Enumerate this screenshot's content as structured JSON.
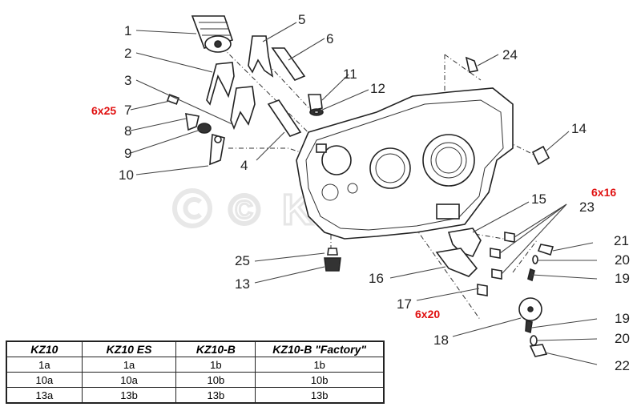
{
  "watermark": "© KSG",
  "callouts": [
    "1",
    "2",
    "3",
    "4",
    "5",
    "6",
    "7",
    "8",
    "9",
    "10",
    "11",
    "12",
    "13",
    "14",
    "15",
    "16",
    "17",
    "18",
    "19",
    "20",
    "21",
    "22",
    "23",
    "24",
    "25",
    "19",
    "20"
  ],
  "sizes": {
    "bolt_7": "6x25",
    "bolt_23": "6x16",
    "bolt_17": "6x20"
  },
  "colors": {
    "size_label": "#e01010",
    "line": "#222222"
  },
  "table": {
    "headers": [
      "KZ10",
      "KZ10 ES",
      "KZ10-B",
      "KZ10-B \"Factory\""
    ],
    "rows": [
      [
        "1a",
        "1a",
        "1b",
        "1b"
      ],
      [
        "10a",
        "10a",
        "10b",
        "10b"
      ],
      [
        "13a",
        "13b",
        "13b",
        "13b"
      ]
    ]
  }
}
